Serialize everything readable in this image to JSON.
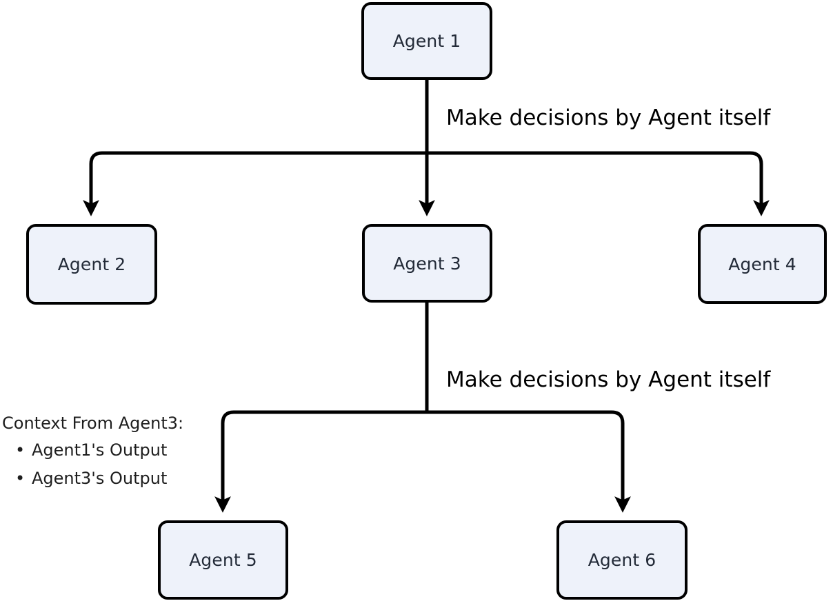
{
  "diagram": {
    "type": "flowchart",
    "title": "",
    "background_color": "#ffffff",
    "node_fill_color": "#eef2fa",
    "node_border_color": "#000000",
    "node_text_color": "#232b38",
    "edge_color": "#000000",
    "nodes": [
      {
        "id": "agent-1",
        "label": "Agent 1"
      },
      {
        "id": "agent-2",
        "label": "Agent 2"
      },
      {
        "id": "agent-3",
        "label": "Agent 3"
      },
      {
        "id": "agent-4",
        "label": "Agent 4"
      },
      {
        "id": "agent-5",
        "label": "Agent 5"
      },
      {
        "id": "agent-6",
        "label": "Agent 6"
      }
    ],
    "edge_labels": [
      {
        "id": "branch-1",
        "text": "Make decisions by Agent itself"
      },
      {
        "id": "branch-2",
        "text": "Make decisions by Agent itself"
      }
    ],
    "edges": [
      {
        "from": "agent-1",
        "to": "agent-2"
      },
      {
        "from": "agent-1",
        "to": "agent-3"
      },
      {
        "from": "agent-1",
        "to": "agent-4"
      },
      {
        "from": "agent-3",
        "to": "agent-5"
      },
      {
        "from": "agent-3",
        "to": "agent-6"
      }
    ],
    "annotation": {
      "title": "Context From Agent3:",
      "bullet_glyph": "•",
      "items": [
        "Agent1's Output",
        "Agent3's Output"
      ]
    }
  }
}
